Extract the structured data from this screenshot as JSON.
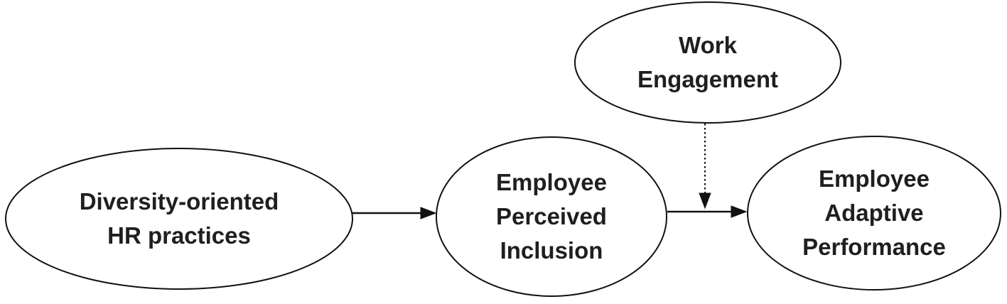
{
  "diagram": {
    "background_color": "#ffffff",
    "stroke_color": "#111111",
    "text_color": "#1f1f1f",
    "nodes": {
      "diversity_hr": {
        "label": "Diversity-oriented\nHR practices",
        "shape": "ellipse"
      },
      "perceived_inclusion": {
        "label": "Employee\nPerceived\nInclusion",
        "shape": "ellipse"
      },
      "work_engagement": {
        "label": "Work\nEngagement",
        "shape": "ellipse"
      },
      "adaptive_performance": {
        "label": "Employee\nAdaptive\nPerformance",
        "shape": "ellipse"
      }
    },
    "edges": [
      {
        "from": "diversity_hr",
        "to": "perceived_inclusion",
        "line_style": "solid",
        "arrowhead": "filled-triangle"
      },
      {
        "from": "perceived_inclusion",
        "to": "adaptive_performance",
        "line_style": "solid",
        "arrowhead": "filled-triangle"
      },
      {
        "from": "work_engagement",
        "to": "arrow:perceived_inclusion-adaptive_performance",
        "line_style": "dotted",
        "arrowhead": "filled-triangle"
      }
    ]
  }
}
